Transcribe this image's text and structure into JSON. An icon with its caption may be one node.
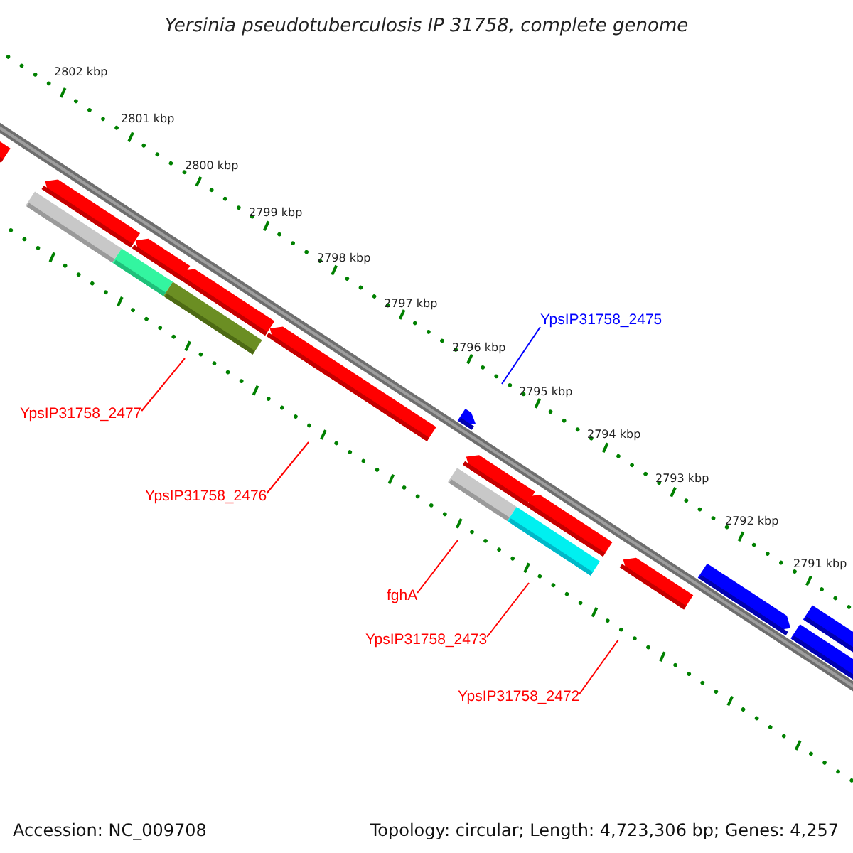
{
  "diagram": {
    "title": "Yersinia pseudotuberculosis IP 31758, complete genome",
    "nodes": [
      {
        "text": [
          "YpsIP31758_2475"
        ]
      },
      {
        "text": [
          "YpsIP31758_2477"
        ]
      },
      {
        "text": [
          "YpsIP31758_2476"
        ]
      },
      {
        "text": [
          "fghA"
        ]
      },
      {
        "text": [
          "YpsIP31758_2473"
        ]
      },
      {
        "text": [
          "YpsIP31758_2472"
        ]
      }
    ],
    "edges": [
      {
        "from": 0,
        "to": null,
        "arrow": "none",
        "color": "#0000ff"
      },
      {
        "from": 1,
        "to": null,
        "arrow": "none"
      },
      {
        "from": 2,
        "to": null,
        "arrow": "none"
      },
      {
        "from": 3,
        "to": null,
        "arrow": "none"
      },
      {
        "from": 4,
        "to": null,
        "arrow": "none"
      },
      {
        "from": 5,
        "to": null,
        "arrow": "none"
      }
    ],
    "labels": [
      "2802 kbp",
      "2801 kbp",
      "2800 kbp",
      "2799 kbp",
      "2798 kbp",
      "2797 kbp",
      "2796 kbp",
      "2795 kbp",
      "2794 kbp",
      "2793 kbp",
      "2792 kbp",
      "2791 kbp",
      "Accession: NC_009708",
      "Topology: circular; Length: 4,723,306 bp; Genes: 4,257"
    ]
  }
}
